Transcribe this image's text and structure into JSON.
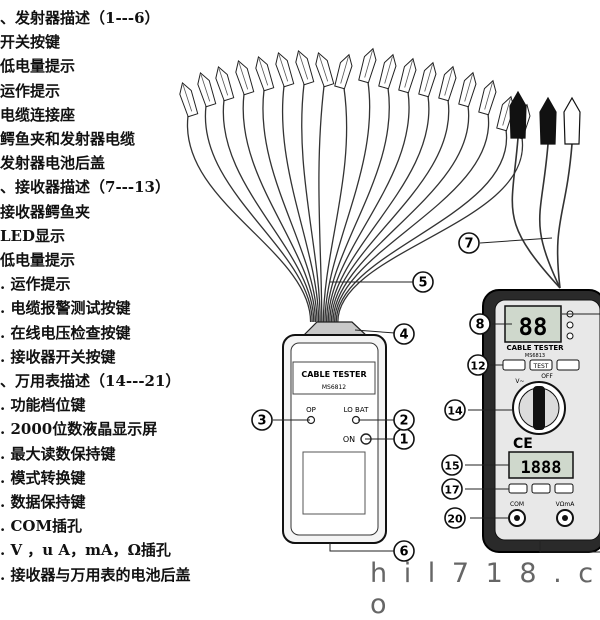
{
  "legend": [
    {
      "text": "、发射器描述（1---6）",
      "heading": true
    },
    {
      "text": "开关按键"
    },
    {
      "text": "低电量提示"
    },
    {
      "text": "运作提示"
    },
    {
      "text": "电缆连接座"
    },
    {
      "text": "鳄鱼夹和发射器电缆"
    },
    {
      "text": "发射器电池后盖"
    },
    {
      "text": "、接收器描述（7---13）",
      "heading": true
    },
    {
      "text": "接收器鳄鱼夹"
    },
    {
      "text": "LED显示"
    },
    {
      "text": "低电量提示"
    },
    {
      "text": ". 运作提示"
    },
    {
      "text": ". 电缆报警测试按键"
    },
    {
      "text": ". 在线电压检查按键"
    },
    {
      "text": ". 接收器开关按键"
    },
    {
      "text": "、万用表描述（14---21）",
      "heading": true
    },
    {
      "text": ". 功能档位键"
    },
    {
      "text": ". 2000位数液晶显示屏"
    },
    {
      "text": ". 最大读数保持键"
    },
    {
      "text": ". 模式转换键"
    },
    {
      "text": ". 数据保持键"
    },
    {
      "text": ". COM插孔"
    },
    {
      "text": ". V ，u A，mA，Ω插孔"
    },
    {
      "text": ". 接收器与万用表的电池后盖"
    }
  ],
  "transmitter": {
    "brand": "CABLE TESTER",
    "model": "MS6812",
    "op_label": "OP",
    "lobat_label": "LO BAT",
    "on_label": "ON"
  },
  "receiver": {
    "brand": "CABLE TESTER",
    "model": "MS6813",
    "test_label": "TEST",
    "vdc_label": "V~",
    "off_label": "OFF",
    "com_label": "COM",
    "input_label": "VΩmA",
    "lcd_digits": "88",
    "lcd_value": "1888",
    "ce_mark": "CE"
  },
  "callouts": {
    "c1": "1",
    "c2": "2",
    "c3": "3",
    "c4": "4",
    "c5": "5",
    "c6": "6",
    "c7": "7",
    "c8": "8",
    "c12": "12",
    "c14": "14",
    "c15": "15",
    "c17": "17",
    "c20": "20"
  },
  "watermark": "h i l 7 1 8 . c o"
}
